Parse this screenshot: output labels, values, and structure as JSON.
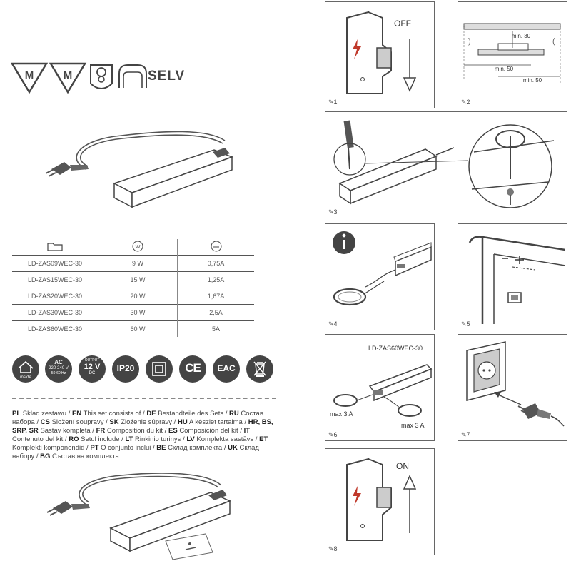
{
  "top_marks": {
    "triangle_letter_1": "M",
    "triangle_letter_2": "M",
    "selv_label": "SELV"
  },
  "models_table": {
    "rows": [
      {
        "model": "LD-ZAS09WEC-30",
        "power": "9 W",
        "current": "0,75A"
      },
      {
        "model": "LD-ZAS15WEC-30",
        "power": "15 W",
        "current": "1,25A"
      },
      {
        "model": "LD-ZAS20WEC-30",
        "power": "20 W",
        "current": "1,67A"
      },
      {
        "model": "LD-ZAS30WEC-30",
        "power": "30 W",
        "current": "2,5A"
      },
      {
        "model": "LD-ZAS60WEC-30",
        "power": "60 W",
        "current": "5A"
      }
    ]
  },
  "certs": {
    "inside": "inside",
    "ac_title": "AC",
    "ac_voltage": "220-240 V",
    "ac_freq": "50-60 Hz",
    "output_label": "OUTPUT",
    "output_value": "12 V",
    "output_dc": "DC",
    "ip": "IP20",
    "ce": "CE",
    "eac": "EAC"
  },
  "legend": [
    {
      "code": "PL",
      "text": "Skład zestawu"
    },
    {
      "code": "EN",
      "text": "This set consists of"
    },
    {
      "code": "DE",
      "text": "Bestandteile des Sets"
    },
    {
      "code": "RU",
      "text": "Состав набора"
    },
    {
      "code": "CS",
      "text": "Složení soupravy"
    },
    {
      "code": "SK",
      "text": "Zloženie súpravy"
    },
    {
      "code": "HU",
      "text": "A készlet tartalma"
    },
    {
      "code": "HR, BS, SRP, SR",
      "text": "Sastav kompleta"
    },
    {
      "code": "FR",
      "text": "Composition du kit"
    },
    {
      "code": "ES",
      "text": "Composición del kit"
    },
    {
      "code": "IT",
      "text": "Contenuto del kit"
    },
    {
      "code": "RO",
      "text": "Setul include"
    },
    {
      "code": "LT",
      "text": "Rinkinio turinys"
    },
    {
      "code": "LV",
      "text": "Komplekta sastāvs"
    },
    {
      "code": "ET",
      "text": "Komplekti komponendid"
    },
    {
      "code": "PT",
      "text": "O conjunto inclui"
    },
    {
      "code": "BE",
      "text": "Склад камплекта"
    },
    {
      "code": "UK",
      "text": "Склад набору"
    },
    {
      "code": "BG",
      "text": "Състав на комплекта"
    }
  ],
  "panels": {
    "p1": {
      "num": "1",
      "label": "OFF"
    },
    "p2": {
      "num": "2",
      "min30": "min. 30",
      "min50a": "min. 50",
      "min50b": "min. 50"
    },
    "p3": {
      "num": "3"
    },
    "p4": {
      "num": "4"
    },
    "p5": {
      "num": "5"
    },
    "p6": {
      "num": "6",
      "model": "LD-ZAS60WEC-30",
      "max_left": "max 3 A",
      "max_right": "max 3 A"
    },
    "p7": {
      "num": "7"
    },
    "p8": {
      "num": "8",
      "label": "ON"
    }
  },
  "colors": {
    "dark": "#444444",
    "line": "#555555",
    "red": "#c0392b"
  }
}
